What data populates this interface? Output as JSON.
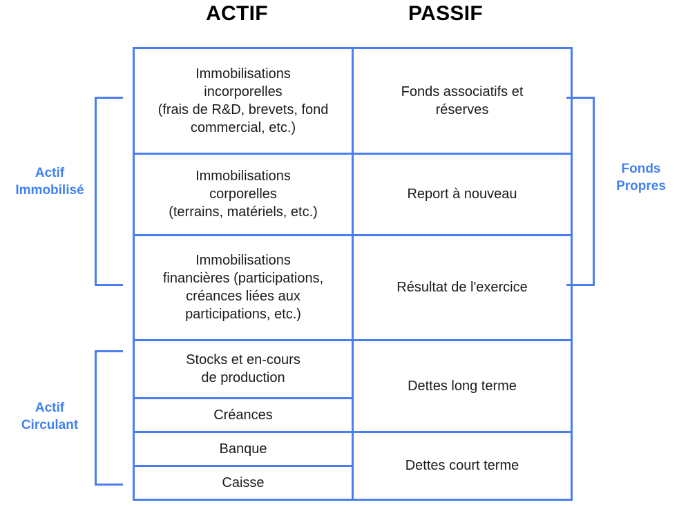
{
  "headers": {
    "actif": "ACTIF",
    "passif": "PASSIF"
  },
  "groups": {
    "actif_immobilise": "Actif\nImmobilisé",
    "actif_immobilise_line1": "Actif",
    "actif_immobilise_line2": "Immobilisé",
    "actif_circulant_line1": "Actif",
    "actif_circulant_line2": "Circulant",
    "fonds_propres_line1": "Fonds",
    "fonds_propres_line2": "Propres"
  },
  "table": {
    "rows": [
      {
        "actif": "Immobilisations\nincorporelles\n(frais de R&D, brevets, fond\ncommercial, etc.)",
        "actif_lines": [
          "Immobilisations",
          "incorporelles",
          "(frais de R&D, brevets, fond",
          "commercial, etc.)"
        ],
        "passif": "Fonds associatifs et\nréserves",
        "passif_lines": [
          "Fonds associatifs et",
          "réserves"
        ]
      },
      {
        "actif": "Immobilisations\ncorporelles\n(terrains, matériels, etc.)",
        "actif_lines": [
          "Immobilisations",
          "corporelles",
          "(terrains, matériels, etc.)"
        ],
        "passif": "Report à nouveau",
        "passif_lines": [
          "Report à nouveau"
        ]
      },
      {
        "actif": "Immobilisations\nfinancières (participations,\ncréances liées aux\nparticipations, etc.)",
        "actif_lines": [
          "Immobilisations",
          "financières (participations,",
          "créances liées aux",
          "participations, etc.)"
        ],
        "passif": "Résultat de l'exercice",
        "passif_lines": [
          "Résultat de l'exercice"
        ]
      },
      {
        "actif": "Stocks et en-cours\nde production",
        "actif_lines": [
          "Stocks et en-cours",
          "de production"
        ],
        "passif": "Dettes long terme",
        "passif_lines": [
          "Dettes long terme"
        ]
      },
      {
        "actif": "Créances",
        "actif_lines": [
          "Créances"
        ],
        "passif": "",
        "passif_lines": []
      },
      {
        "actif": "Banque",
        "actif_lines": [
          "Banque"
        ],
        "passif": "Dettes court terme",
        "passif_lines": [
          "Dettes court terme"
        ]
      },
      {
        "actif": "Caisse",
        "actif_lines": [
          "Caisse"
        ],
        "passif": "",
        "passif_lines": []
      }
    ]
  },
  "colors": {
    "border_blue": "#4a7ef0",
    "label_blue": "#4280f0",
    "header_black": "#000000",
    "cell_text": "#1b1b1b",
    "background": "#ffffff"
  }
}
